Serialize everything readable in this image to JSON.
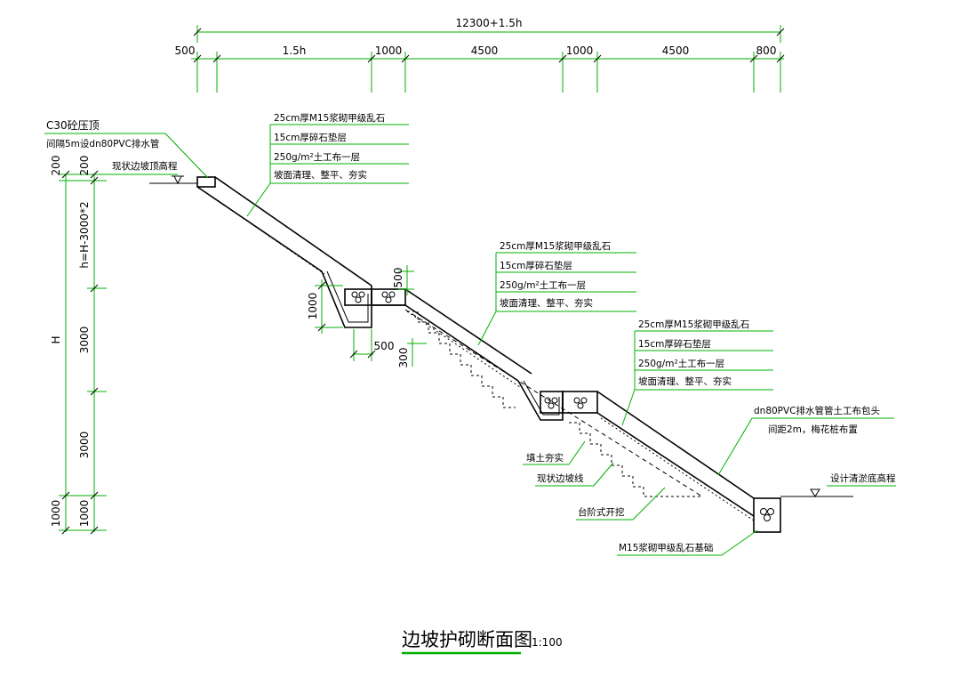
{
  "dimensions": {
    "total": "12300+1.5h",
    "segments": [
      "500",
      "1.5h",
      "1000",
      "4500",
      "1000",
      "4500",
      "800"
    ]
  },
  "vertical_dims": {
    "top_200a": "200",
    "top_200b": "200",
    "h_formula": "h=H-3000*2",
    "H": "H",
    "d3000a": "3000",
    "d3000b": "3000",
    "d1000a": "1000",
    "d1000b": "1000"
  },
  "callouts": {
    "top_cap": [
      "C30砼压顶",
      "间隔5m设dn80PVC排水管"
    ],
    "existing_top": "现状边坡顶高程",
    "layers1": [
      "25cm厚M15浆砌甲级乱石",
      "15cm厚碎石垫层",
      "250g/m²土工布一层",
      "坡面清理、整平、夯实"
    ],
    "layers2": [
      "25cm厚M15浆砌甲级乱石",
      "15cm厚碎石垫层",
      "250g/m²土工布一层",
      "坡面清理、整平、夯实"
    ],
    "layers3": [
      "25cm厚M15浆砌甲级乱石",
      "15cm厚碎石垫层",
      "250g/m²土工布一层",
      "坡面清理、整平、夯实"
    ],
    "drain_pipe": [
      "dn80PVC排水管管土工布包头",
      "间距2m，梅花桩布置"
    ],
    "fill": "填土夯实",
    "existing_slope": "现状边坡线",
    "step_excavation": "台阶式开挖",
    "foundation": "M15浆砌甲级乱石基础",
    "design_bottom": "设计清淤底高程"
  },
  "small_dims": {
    "d1000": "1000",
    "d500a": "500",
    "d500b": "500",
    "d300": "300"
  },
  "title": {
    "main": "边坡护砌断面图",
    "scale": "1:100"
  },
  "colors": {
    "dimension": "#00b000",
    "structure": "#000000"
  }
}
